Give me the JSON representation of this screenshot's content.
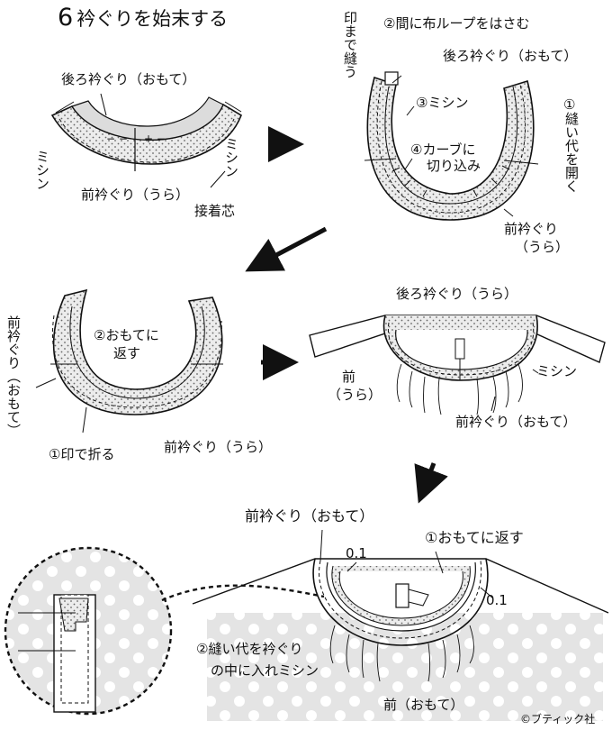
{
  "step": {
    "number": "6",
    "title": "衿ぐりを始末する"
  },
  "panel1": {
    "back_neck_outside": "後ろ衿ぐり（おもて）",
    "sew_left": "ミシン",
    "sew_right": "ミシン",
    "front_neck_back": "前衿ぐり（うら）",
    "interfacing": "接着芯"
  },
  "panel2": {
    "mark_sew": "印まで縫う",
    "loop": "②間に布ループをはさむ",
    "back_neck_outside": "後ろ衿ぐり（おもて）",
    "sew": "③ミシン",
    "open_seam_1": "①",
    "open_seam_2": "縫い代を開く",
    "curve_1": "④カーブに",
    "curve_2": "切り込み",
    "front_neck_1": "前衿ぐり",
    "front_neck_2": "（うら）"
  },
  "panel3": {
    "front_neck_outside": "前衿ぐり（おもて）",
    "turn_1": "②おもてに",
    "turn_2": "返す",
    "fold": "①印で折る",
    "front_neck_back": "前衿ぐり（うら）"
  },
  "panel4": {
    "back_neck_back": "後ろ衿ぐり（うら）",
    "front_1": "前",
    "front_2": "（うら）",
    "sew": "ミシン",
    "front_neck_outside": "前衿ぐり（おもて）"
  },
  "panel5": {
    "front_neck_outside": "前衿ぐり（おもて）",
    "dim_left": "0.1",
    "turn": "①おもてに返す",
    "dim_right": "0.1",
    "stitch_1": "②縫い代を衿ぐり",
    "stitch_2": "の中に入れミシン",
    "front_outside": "前（おもて）"
  },
  "credit": "©ブティック社"
}
